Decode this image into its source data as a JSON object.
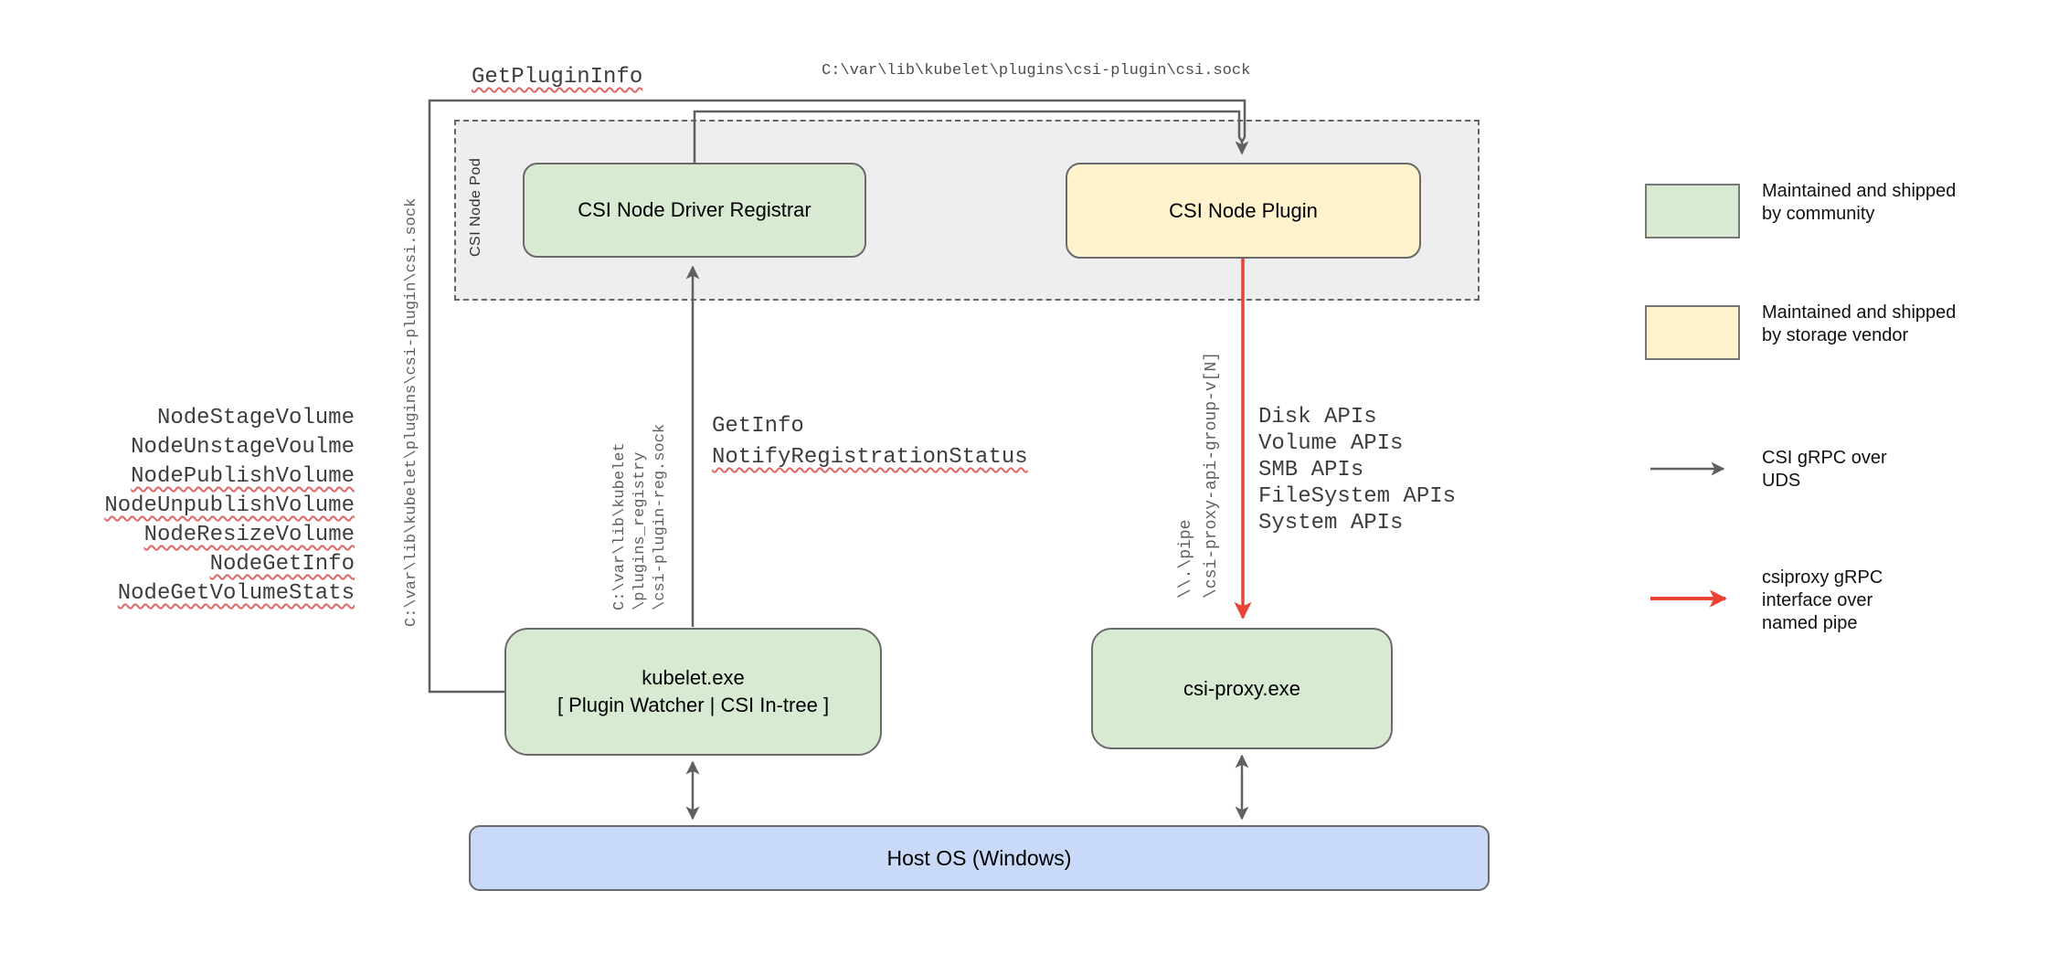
{
  "diagram": {
    "pod_label": "CSI Node Pod",
    "nodes": {
      "registrar": "CSI Node Driver Registrar",
      "plugin": "CSI Node Plugin",
      "kubelet": "kubelet.exe\n[ Plugin Watcher | CSI In-tree ]",
      "csi_proxy": "csi-proxy.exe",
      "host_os": "Host OS (Windows)"
    },
    "labels": {
      "get_plugin_info": "GetPluginInfo",
      "top_socket_path": "C:\\var\\lib\\kubelet\\plugins\\csi-plugin\\csi.sock",
      "left_socket_path": "C:\\var\\lib\\kubelet\\plugins\\csi-plugin\\csi.sock",
      "registry_path": "C:\\var\\lib\\kubelet\n\\plugins_registry\n\\csi-plugin-reg.sock",
      "get_info": "GetInfo",
      "notify_registration_status": "NotifyRegistrationStatus",
      "pipe_path": "\\\\.\\pipe\n\\csi-proxy-api-group-v[N]",
      "node_methods": [
        "NodeStageVolume",
        "NodeUnstageVoulme",
        "NodePublishVolume",
        "NodeUnpublishVolume",
        "NodeResizeVolume",
        "NodeGetInfo",
        "NodeGetVolumeStats"
      ],
      "api_list": [
        "Disk APIs",
        "Volume APIs",
        "SMB APIs",
        "FileSystem APIs",
        "System APIs"
      ]
    },
    "legend": {
      "community": "Maintained and shipped\nby community",
      "vendor": "Maintained and shipped\nby storage vendor",
      "uds": "CSI gRPC over\nUDS",
      "pipe": "csiproxy gRPC\ninterface over\nnamed pipe"
    },
    "colors": {
      "community_fill": "#d9ead3",
      "vendor_fill": "#fff2cc",
      "host_fill": "#c9daf8",
      "pod_fill": "#eeeeee",
      "line_gray": "#606060",
      "line_red": "#ea4335",
      "squiggle_red": "#e06666"
    }
  }
}
